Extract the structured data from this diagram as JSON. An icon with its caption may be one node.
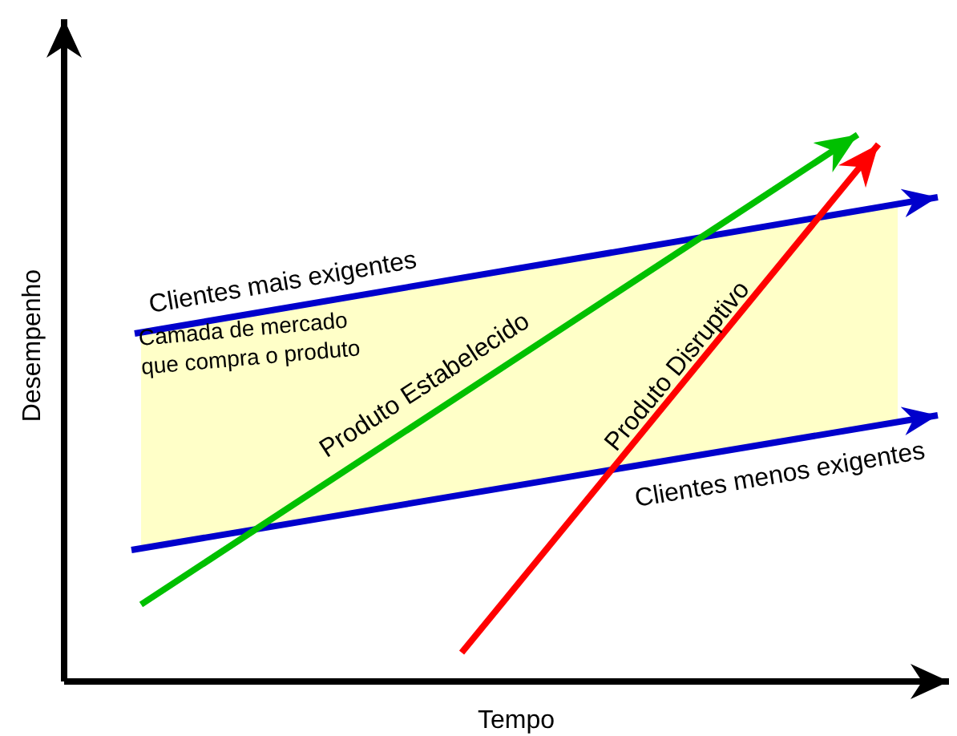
{
  "diagram": {
    "labels": [
      "Clientes mais exigentes",
      "Camada de mercado que compra o produto",
      "Produto Estabelecido",
      "Produto Disruptivo",
      "Desempenho",
      "Clientes menos exigentes",
      "Tempo"
    ]
  }
}
